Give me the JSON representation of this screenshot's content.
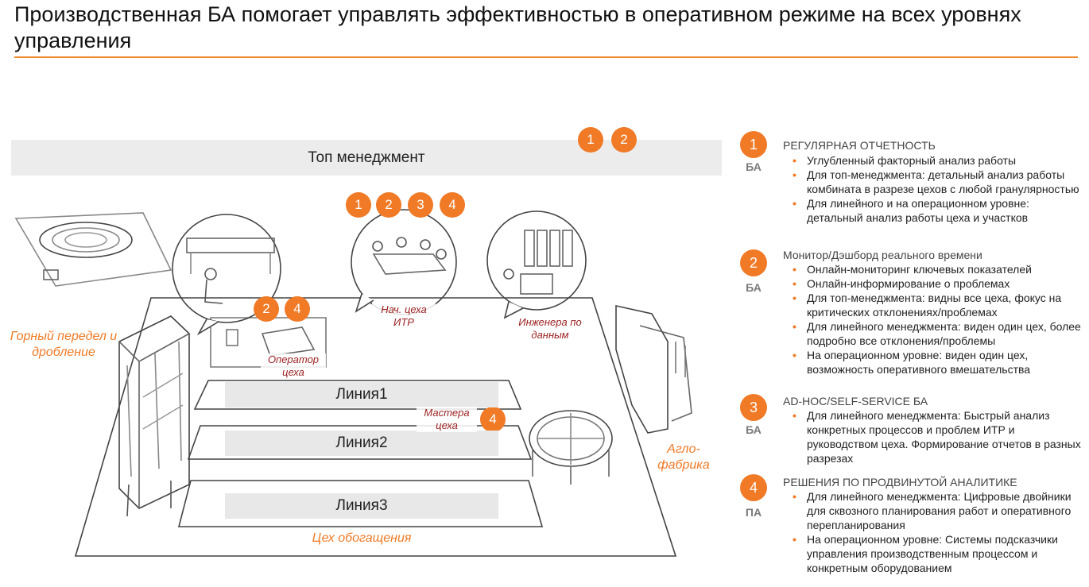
{
  "title": "Производственная БА помогает управлять эффективностью в оперативном режиме на всех уровнях управления",
  "accent_color": "#f07a26",
  "diagram": {
    "top_band": "Топ менеджмент",
    "top_band_badges": [
      "1",
      "2"
    ],
    "meeting_badges": [
      "1",
      "2",
      "3",
      "4"
    ],
    "operator_badges": [
      "2",
      "4"
    ],
    "masters_badge": "4",
    "lines": [
      "Линия1",
      "Линия2",
      "Линия3"
    ],
    "areas": {
      "mining": "Горный передел и дробление",
      "agglo": "Агло- фабрика",
      "enrichment": "Цех обогащения"
    },
    "roles": {
      "operator": "Оператор цеха",
      "heads": "Нач. цеха ИТР",
      "engineers": "Инженера по данным",
      "masters": "Мастера цеха"
    }
  },
  "legend": [
    {
      "number": "1",
      "type": "БА",
      "heading": "РЕГУЛЯРНАЯ ОТЧЕТНОСТЬ",
      "bullets": [
        "Углубленный факторный анализ работы",
        "Для топ-менеджмента: детальный анализ работы комбината в разрезе цехов с любой гранулярностью",
        "Для линейного и на операционном уровне: детальный анализ работы цеха и участков"
      ]
    },
    {
      "number": "2",
      "type": "БА",
      "heading": "Монитор/Дэшборд реального времени",
      "bullets": [
        "Онлайн-мониторинг ключевых показателей",
        "Онлайн-информирование о проблемах",
        "Для топ-менеджмента: видны все цеха, фокус на критических отклонениях/проблемах",
        "Для линейного менеджмента: виден один цех, более подробно все отклонения/проблемы",
        "На операционном уровне: виден один цех, возможность оперативного вмешательства"
      ]
    },
    {
      "number": "3",
      "type": "БА",
      "heading": "AD-HOC/SELF-SERVICE БА",
      "bullets": [
        "Для линейного менеджмента: Быстрый анализ конкретных процессов и проблем ИТР и руководством цеха. Формирование отчетов в разных разрезах"
      ]
    },
    {
      "number": "4",
      "type": "ПА",
      "heading": "РЕШЕНИЯ ПО ПРОДВИНУТОЙ АНАЛИТИКЕ",
      "bullets": [
        "Для линейного менеджмента: Цифровые двойники для сквозного планирования работ и оперативного перепланирования",
        "На операционном уровне: Системы подсказчики управления производственным процессом и конкретным оборудованием"
      ]
    }
  ]
}
